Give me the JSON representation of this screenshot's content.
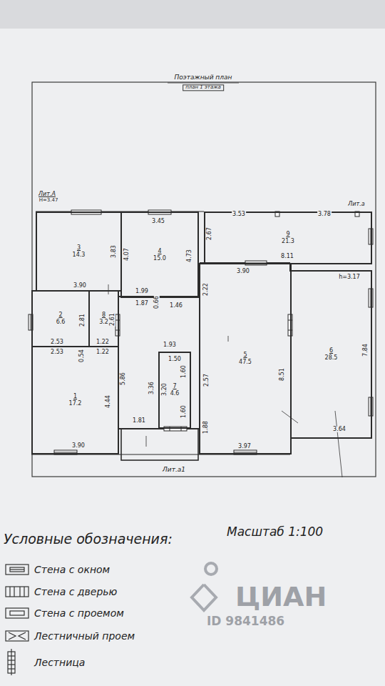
{
  "diagram": {
    "title": "Поэтажный план",
    "nodes": [
      {
        "text": [
          "3",
          "14.3"
        ]
      },
      {
        "text": [
          "4",
          "15.0"
        ]
      },
      {
        "text": [
          "9",
          "21.3"
        ]
      },
      {
        "text": [
          "2",
          "6.6"
        ]
      },
      {
        "text": [
          "8",
          "3.2"
        ]
      },
      {
        "text": [
          "5",
          "47.5"
        ]
      },
      {
        "text": [
          "6",
          "28.5"
        ]
      },
      {
        "text": [
          "1",
          "17.2"
        ]
      },
      {
        "text": [
          "7",
          "4.6"
        ]
      }
    ],
    "labels": [
      "план 1 этажа",
      "Лит.А",
      "Н=3.47",
      "Лит.а",
      "h=3.17",
      "3.45",
      "3.53",
      "3.78",
      "2.67",
      "8.11",
      "3.83",
      "4.07",
      "4.73",
      "3.90",
      "1.99",
      "3.90",
      "2.22",
      "1.87",
      "0.66",
      "1.46",
      "2.81",
      "2.61",
      "2.53",
      "1.22",
      "2.53",
      "1.22",
      "0.54",
      "1.93",
      "5.86",
      "1.50",
      "1.60",
      "3.36",
      "3.20",
      "2.57",
      "8.51",
      "7.84",
      "4.44",
      "1.60",
      "1.81",
      "1.88",
      "3.97",
      "3.64",
      "3.90",
      "Лит.а1",
      "Условные обозначения:",
      "Масштаб 1:100",
      "ЦИАН",
      "ID 9841486"
    ],
    "legend": [
      {
        "text": "Стена с окном"
      },
      {
        "text": "Стена с дверью"
      },
      {
        "text": "Стена с проемом"
      },
      {
        "text": "Лестничный проем"
      },
      {
        "text": "Лестница"
      }
    ]
  }
}
